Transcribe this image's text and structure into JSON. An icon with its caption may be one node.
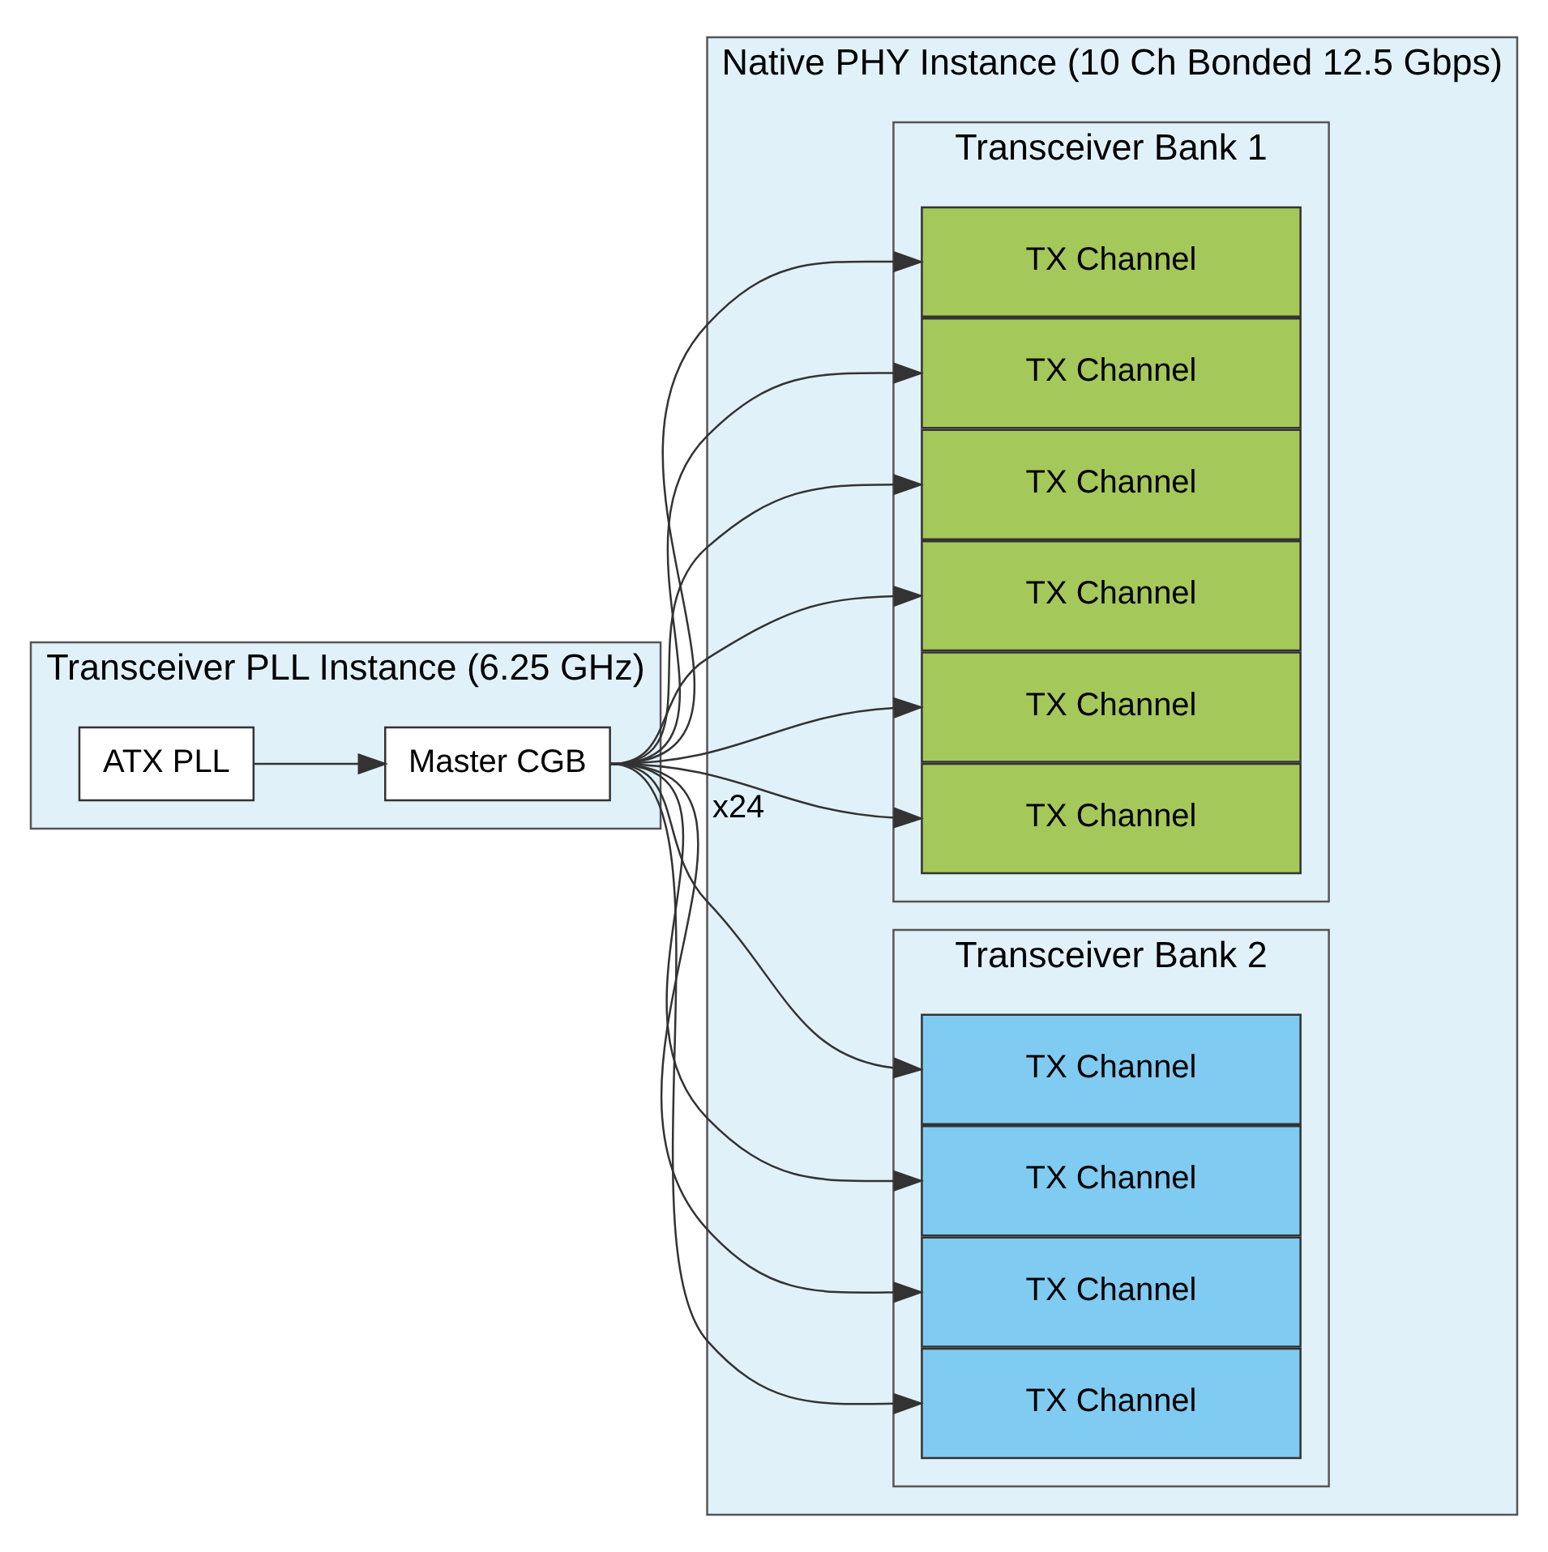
{
  "diagram": {
    "nodes": [
      {
        "text": [
          "Transceiver PLL Instance (6.25 GHz)"
        ]
      },
      {
        "text": [
          "ATX PLL"
        ],
        "in": 0
      },
      {
        "text": [
          "Master CGB"
        ],
        "in": 0
      },
      {
        "text": [
          "Native PHY Instance (10 Ch Bonded 12.5 Gbps)"
        ]
      },
      {
        "text": [
          "Transceiver Bank 1"
        ],
        "in": 3
      },
      {
        "text": [
          "TX Channel"
        ],
        "in": 4
      },
      {
        "text": [
          "TX Channel"
        ],
        "in": 4
      },
      {
        "text": [
          "TX Channel"
        ],
        "in": 4
      },
      {
        "text": [
          "TX Channel"
        ],
        "in": 4
      },
      {
        "text": [
          "TX Channel"
        ],
        "in": 4
      },
      {
        "text": [
          "TX Channel"
        ],
        "in": 4
      },
      {
        "text": [
          "Transceiver Bank 2"
        ],
        "in": 3
      },
      {
        "text": [
          "TX Channel"
        ],
        "in": 11
      },
      {
        "text": [
          "TX Channel"
        ],
        "in": 11
      },
      {
        "text": [
          "TX Channel"
        ],
        "in": 11
      },
      {
        "text": [
          "TX Channel"
        ],
        "in": 11
      }
    ],
    "edges": [
      {
        "from": 1,
        "to": 2,
        "arrow": "to"
      },
      {
        "from": 2,
        "to": 5,
        "arrow": "to",
        "label": "x24"
      },
      {
        "from": 2,
        "to": 6,
        "arrow": "to"
      },
      {
        "from": 2,
        "to": 7,
        "arrow": "to"
      },
      {
        "from": 2,
        "to": 8,
        "arrow": "to"
      },
      {
        "from": 2,
        "to": 9,
        "arrow": "to"
      },
      {
        "from": 2,
        "to": 10,
        "arrow": "to"
      },
      {
        "from": 2,
        "to": 12,
        "arrow": "to"
      },
      {
        "from": 2,
        "to": 13,
        "arrow": "to"
      },
      {
        "from": 2,
        "to": 14,
        "arrow": "to"
      },
      {
        "from": 2,
        "to": 15,
        "arrow": "to"
      }
    ]
  }
}
